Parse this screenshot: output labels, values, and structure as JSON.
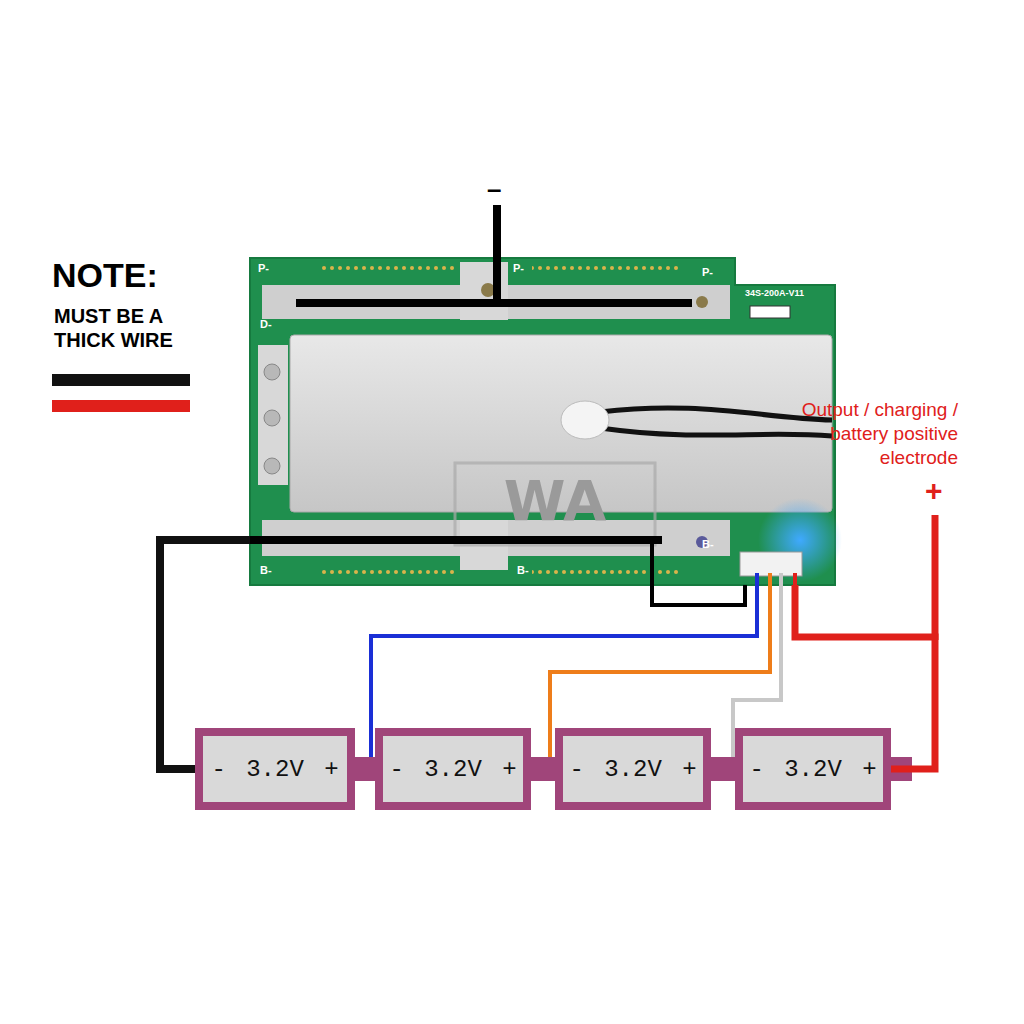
{
  "diagram": {
    "nodes": [
      {
        "text": [
          "P-",
          "P-",
          "P-",
          "D-",
          "B-",
          "B-",
          "B-",
          "34S-200A-V11"
        ]
      },
      {
        "text": [
          "- 3.2V +"
        ]
      },
      {
        "text": [
          "- 3.2V +"
        ]
      },
      {
        "text": [
          "- 3.2V +"
        ]
      },
      {
        "text": [
          "- 3.2V +"
        ]
      }
    ],
    "edges": [
      {
        "from": 0,
        "to": 1,
        "arrow": "none"
      },
      {
        "from": 0,
        "to": 2,
        "arrow": "none"
      },
      {
        "from": 0,
        "to": 3,
        "arrow": "none"
      },
      {
        "from": 0,
        "to": 4,
        "arrow": "none"
      },
      {
        "from": 0,
        "to": 4,
        "arrow": "none"
      },
      {
        "from": 1,
        "to": 2,
        "arrow": "none"
      },
      {
        "from": 2,
        "to": 3,
        "arrow": "none"
      },
      {
        "from": 3,
        "to": 4,
        "arrow": "none"
      }
    ],
    "labels": [
      "–",
      "NOTE:",
      "MUST BE A THICK WIRE",
      "Output / charging / battery positive electrode",
      "+",
      "WA"
    ]
  }
}
